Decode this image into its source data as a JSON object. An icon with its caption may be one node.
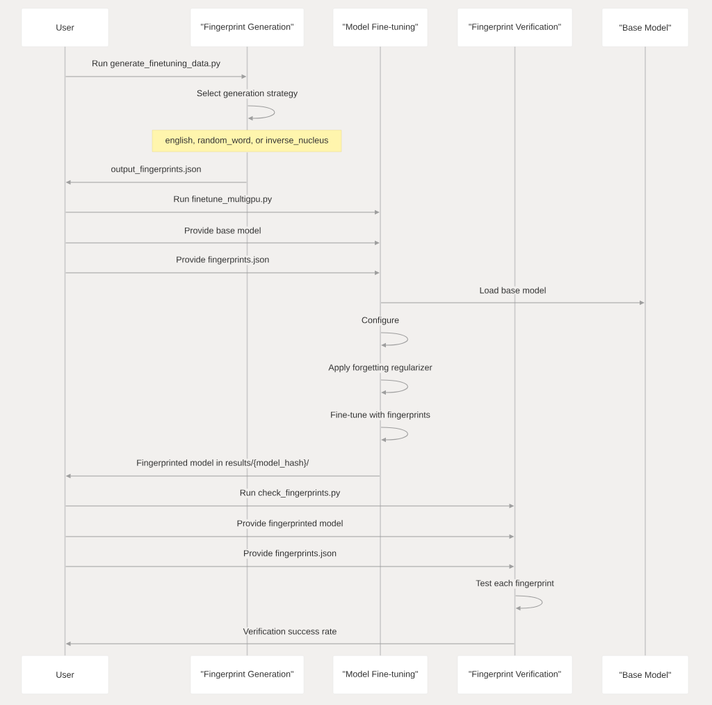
{
  "diagram": {
    "nodes": [
      {
        "text": [
          "User"
        ]
      },
      {
        "text": [
          "\"Fingerprint Generation\""
        ]
      },
      {
        "text": [
          "\"Model Fine-tuning\""
        ]
      },
      {
        "text": [
          "\"Fingerprint Verification\""
        ]
      },
      {
        "text": [
          "\"Base Model\""
        ]
      },
      {
        "text": [],
        "shape": "bar"
      },
      {
        "text": [],
        "shape": "bar"
      },
      {
        "text": [],
        "shape": "bar"
      },
      {
        "text": [],
        "shape": "bar"
      },
      {
        "text": [],
        "shape": "bar"
      },
      {
        "text": [
          "english, random_word, or inverse_nucleus"
        ]
      },
      {
        "text": [],
        "shape": "bar"
      },
      {
        "text": [
          "User"
        ]
      },
      {
        "text": [
          "\"Fingerprint Generation\""
        ]
      },
      {
        "text": [
          "\"Model Fine-tuning\""
        ]
      },
      {
        "text": [
          "\"Fingerprint Verification\""
        ]
      },
      {
        "text": [
          "\"Base Model\""
        ]
      }
    ],
    "edges": [
      {
        "from": 5,
        "to": 6,
        "arrow": "to",
        "label": "Run generate_finetuning_data.py"
      },
      {
        "from": 6,
        "to": 6,
        "arrow": "to",
        "label": "Select generation strategy"
      },
      {
        "from": 11,
        "to": 5,
        "arrow": "to",
        "label": "output_fingerprints.json"
      },
      {
        "from": 5,
        "to": 7,
        "arrow": "to",
        "label": "Run finetune_multigpu.py"
      },
      {
        "from": 5,
        "to": 7,
        "arrow": "to",
        "label": "Provide base model"
      },
      {
        "from": 5,
        "to": 7,
        "arrow": "to",
        "label": "Provide fingerprints.json"
      },
      {
        "from": 7,
        "to": 9,
        "arrow": "to",
        "label": "Load base model"
      },
      {
        "from": 7,
        "to": 7,
        "arrow": "to",
        "label": "Configure"
      },
      {
        "from": 7,
        "to": 7,
        "arrow": "to",
        "label": "Apply forgetting regularizer"
      },
      {
        "from": 7,
        "to": 7,
        "arrow": "to",
        "label": "Fine-tune with fingerprints"
      },
      {
        "from": 7,
        "to": 5,
        "arrow": "to",
        "label": "Fingerprinted model in results/{model_hash}/"
      },
      {
        "from": 5,
        "to": 8,
        "arrow": "to",
        "label": "Run check_fingerprints.py"
      },
      {
        "from": 5,
        "to": 8,
        "arrow": "to",
        "label": "Provide fingerprinted model"
      },
      {
        "from": 5,
        "to": 8,
        "arrow": "to",
        "label": "Provide fingerprints.json"
      },
      {
        "from": 8,
        "to": 8,
        "arrow": "to",
        "label": "Test each fingerprint"
      },
      {
        "from": 8,
        "to": 5,
        "arrow": "to",
        "label": "Verification success rate"
      }
    ]
  }
}
